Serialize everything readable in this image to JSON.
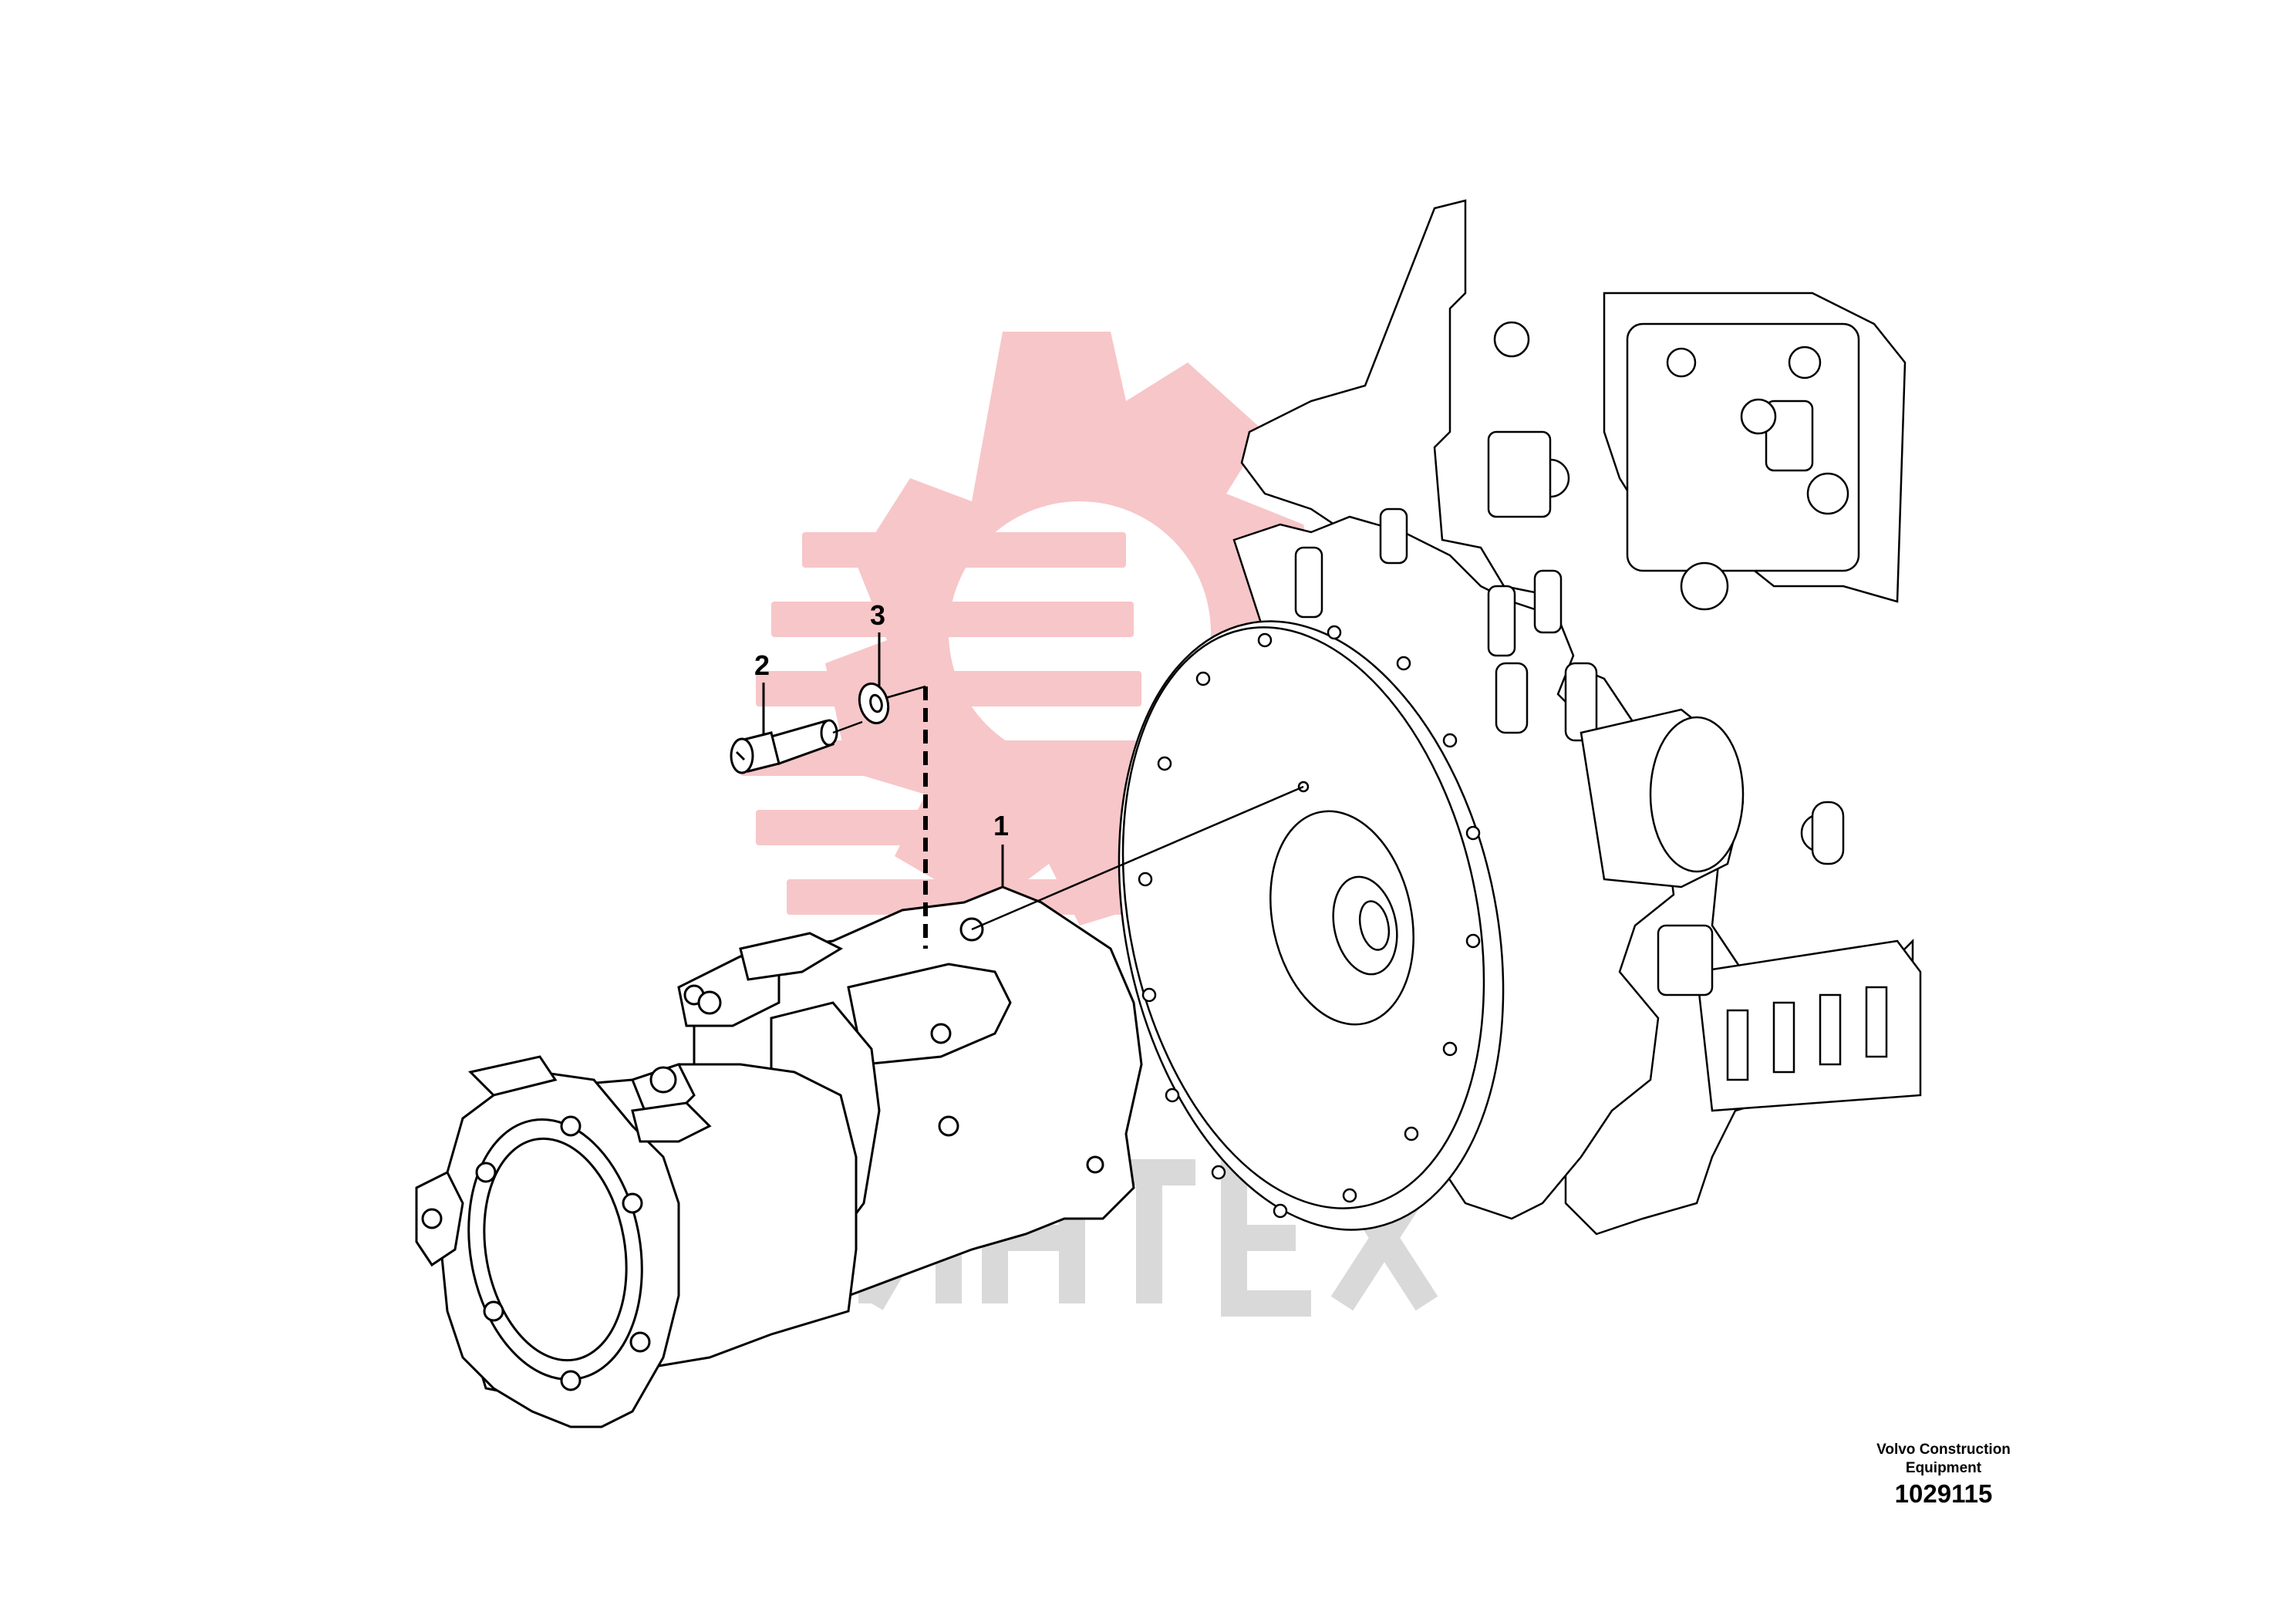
{
  "callouts": {
    "c1": "1",
    "c2": "2",
    "c3": "3"
  },
  "footer": {
    "company_line1": "Volvo Construction",
    "company_line2": "Equipment",
    "drawing_number": "1029115"
  },
  "watermark": {
    "text": "ИНТЕХ",
    "color_gear": "#f7c6c8",
    "color_text": "#d9d9d9"
  },
  "colors": {
    "line": "#000000",
    "background": "#ffffff"
  }
}
